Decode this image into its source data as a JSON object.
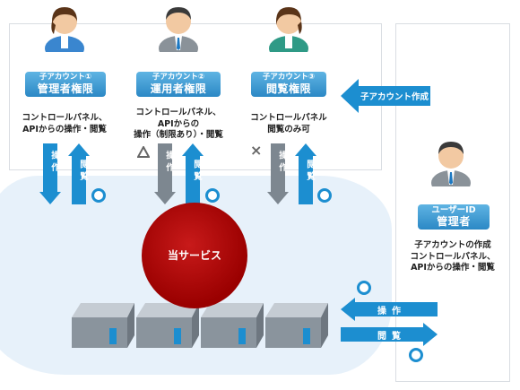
{
  "accounts": [
    {
      "number": "子アカウント①",
      "role": "管理者権限",
      "desc": [
        "コントロールパネル、",
        "APIからの操作・閲覧"
      ]
    },
    {
      "number": "子アカウント②",
      "role": "運用者権限",
      "desc": [
        "コントロールパネル、",
        "APIからの",
        "操作（制限あり）・閲覧"
      ]
    },
    {
      "number": "子アカウント③",
      "role": "閲覧権限",
      "desc": [
        "コントロールパネル",
        "閲覧のみ可"
      ]
    }
  ],
  "arrows": {
    "operate": "操作",
    "view": "閲覧",
    "create_child": "子アカウント作成"
  },
  "marks": {
    "ok": "○",
    "limited": "△",
    "ng": "×"
  },
  "user": {
    "id_label": "ユーザーID",
    "role": "管理者",
    "desc": [
      "子アカウントの作成",
      "コントロールパネル、",
      "APIからの操作・閲覧"
    ]
  },
  "service_label": "当サービス",
  "colors": {
    "accent_blue": "#1c8ed0",
    "service_red": "#b00000",
    "cloud_blue": "#e7f1fa",
    "op_gray": "#7d8790"
  }
}
